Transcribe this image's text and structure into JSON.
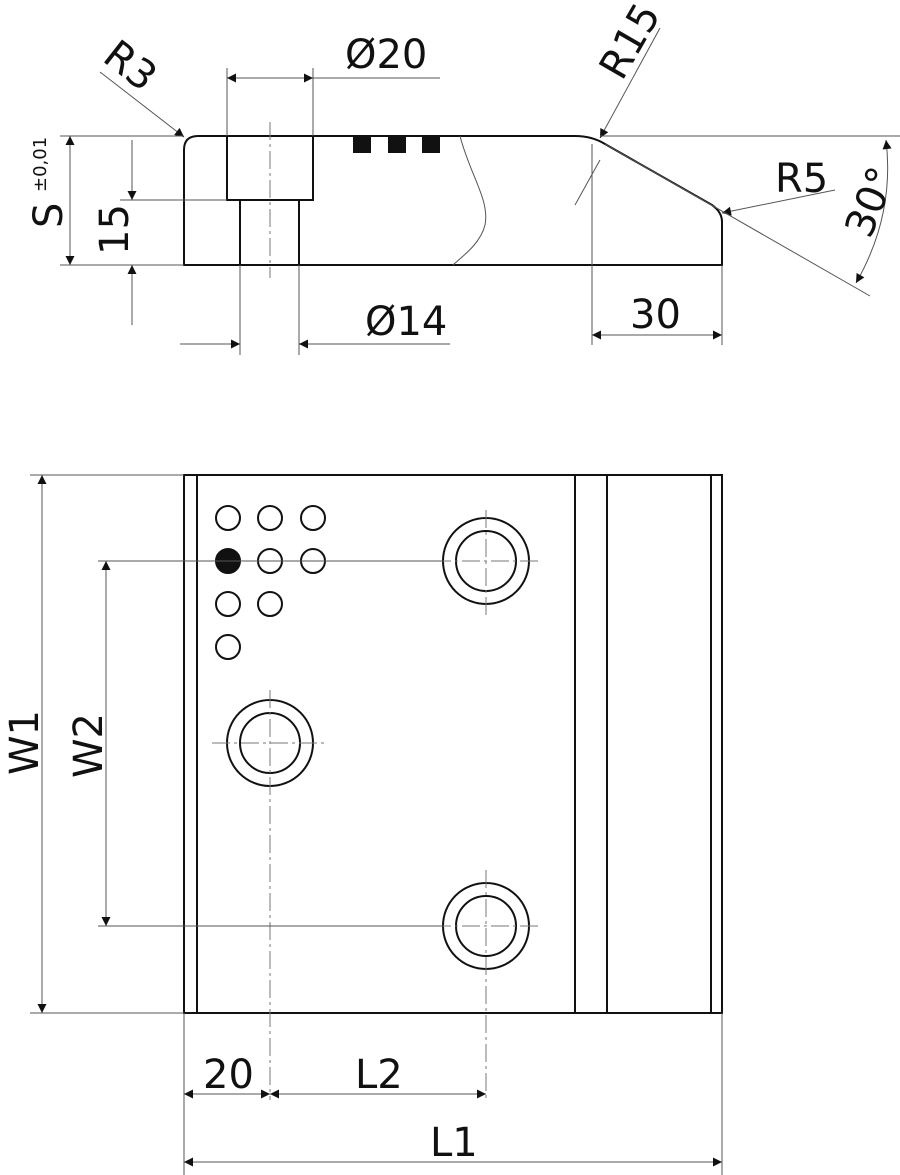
{
  "side_view": {
    "label_r3": "R3",
    "label_d20": "Ø20",
    "label_r15": "R15",
    "label_r5": "R5",
    "label_30deg": "30°",
    "label_s": "S",
    "label_s_tol": "±0,01",
    "label_15": "15",
    "label_d14": "Ø14",
    "label_30": "30"
  },
  "top_view": {
    "label_w1": "W1",
    "label_w2": "W2",
    "label_20": "20",
    "label_l2": "L2",
    "label_l1": "L1"
  }
}
